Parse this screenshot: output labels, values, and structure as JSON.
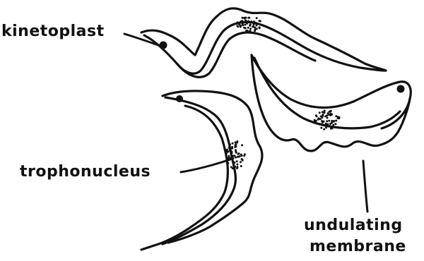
{
  "labels": {
    "kinetoplast": "kinetoplast",
    "trophonucleus": "trophonucleus",
    "undulating_line1": "undulating",
    "undulating_line2": "membrane"
  },
  "colors": {
    "ink": "#111111",
    "background": "#ffffff"
  }
}
